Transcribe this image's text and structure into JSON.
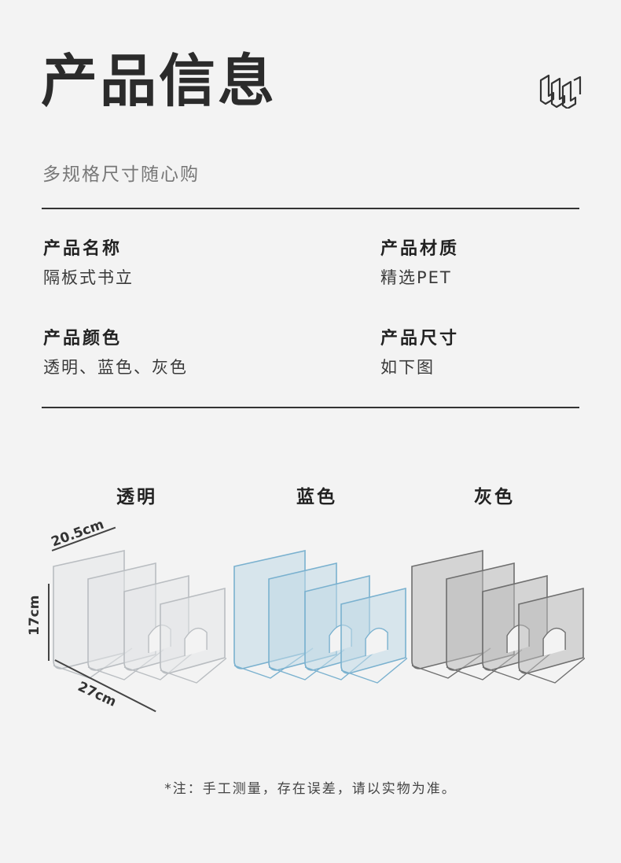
{
  "header": {
    "title": "产品信息",
    "subtitle": "多规格尺寸随心购",
    "logo_icon": "bookend-divider-icon"
  },
  "specs": [
    {
      "label": "产品名称",
      "value": "隔板式书立"
    },
    {
      "label": "产品材质",
      "value": "精选PET"
    },
    {
      "label": "产品颜色",
      "value": "透明、蓝色、灰色"
    },
    {
      "label": "产品尺寸",
      "value": "如下图"
    }
  ],
  "variants": [
    {
      "name": "透明",
      "color": "#e4e6e8",
      "stroke": "#b9bdc1"
    },
    {
      "name": "蓝色",
      "color": "#bfd9e6",
      "stroke": "#7ab1cf"
    },
    {
      "name": "灰色",
      "color": "#b9b9b9",
      "stroke": "#6f6f6f"
    }
  ],
  "dimensions": {
    "width": "20.5cm",
    "height": "17cm",
    "length": "27cm"
  },
  "footnote": "*注：手工测量，存在误差，请以实物为准。"
}
